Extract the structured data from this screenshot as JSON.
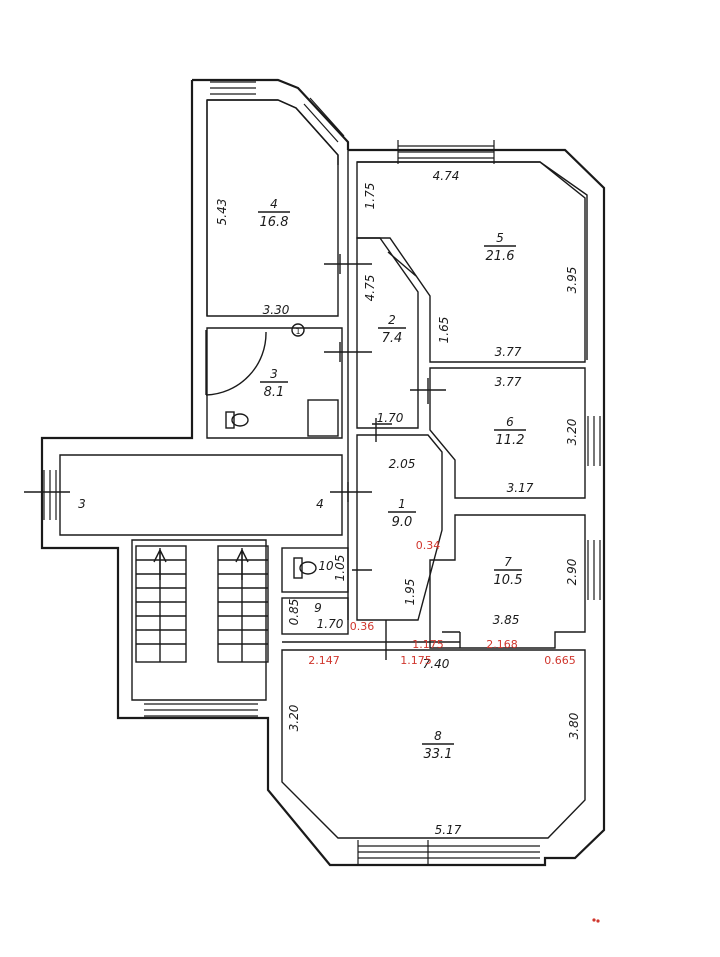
{
  "rooms": [
    {
      "id": "4",
      "area": "16.8"
    },
    {
      "id": "5",
      "area": "21.6"
    },
    {
      "id": "2",
      "area": "7.4"
    },
    {
      "id": "3",
      "area": "8.1"
    },
    {
      "id": "6",
      "area": "11.2"
    },
    {
      "id": "1",
      "area": "9.0"
    },
    {
      "id": "7",
      "area": "10.5"
    },
    {
      "id": "8",
      "area": "33.1"
    }
  ],
  "dims": {
    "r4_left": "5.43",
    "r4_bottom": "3.30",
    "r5_top": "4.74",
    "r5_left": "1.75",
    "r5_right": "3.95",
    "r5_bottom": "3.77",
    "r2_left": "4.75",
    "r2_right": "1.65",
    "r2_bottom": "1.70",
    "r6_top": "3.77",
    "r6_right": "3.20",
    "r6_bottom": "3.17",
    "r1_top": "2.05",
    "r1_side": "1.95",
    "r7_right": "2.90",
    "r7_bottom": "3.85",
    "r8_top": "7.40",
    "r8_left": "3.20",
    "r8_right": "3.80",
    "r8_bottom": "5.17",
    "hall_left": "3",
    "hall_right": "4",
    "r10": "10",
    "r10_dim": "1.05",
    "r9": "9",
    "r9_h": "0.85",
    "r9_w": "1.70",
    "circle_mark": "1"
  },
  "annotations": [
    "0.34",
    "0.36",
    "1.175",
    "2.168",
    "2.147",
    "1.175",
    "0.665"
  ],
  "colors": {
    "ink": "#1a1a1a",
    "annotation": "#d0362d"
  }
}
